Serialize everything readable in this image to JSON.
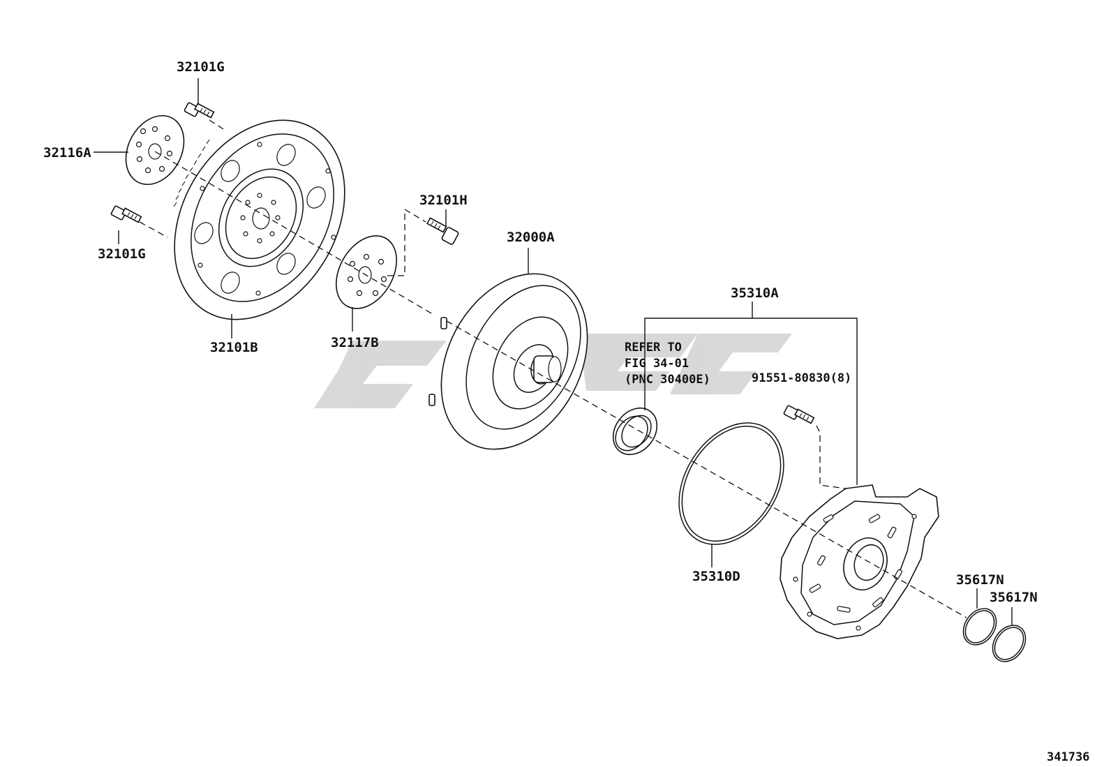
{
  "labels": {
    "p32101G_top": "32101G",
    "p32116A": "32116A",
    "p32101G_left": "32101G",
    "p32101B": "32101B",
    "p32101H": "32101H",
    "p32117B": "32117B",
    "p32000A": "32000A",
    "p35310A": "35310A",
    "p91551": "91551-80830(8)",
    "p35310D": "35310D",
    "p35617N_a": "35617N",
    "p35617N_b": "35617N"
  },
  "refer_note": {
    "line1": "REFER TO",
    "line2": "FIG 34-01",
    "line3": "(PNC 30400E)"
  },
  "figure_number": "341736",
  "colors": {
    "line": "#111111",
    "watermark": "#d2d2d2"
  }
}
